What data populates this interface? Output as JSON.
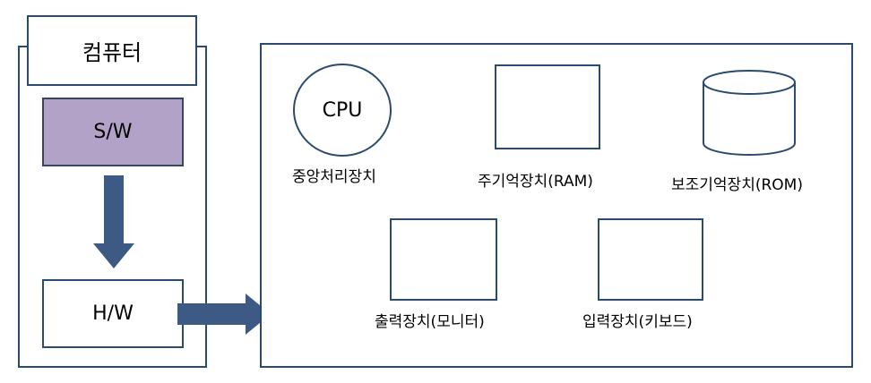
{
  "left_panel": {
    "title": "컴퓨터",
    "software": "S/W",
    "hardware": "H/W"
  },
  "colors": {
    "border": "#2a4a6e",
    "arrow": "#3d5a85",
    "software_fill": "#b3a2c8"
  },
  "components": {
    "cpu": {
      "text": "CPU",
      "label": "중앙처리장치"
    },
    "ram": {
      "label": "주기억장치(RAM)"
    },
    "rom": {
      "label": "보조기억장치(ROM)"
    },
    "monitor": {
      "label": "출력장치(모니터)"
    },
    "keyboard": {
      "label": "입력장치(키보드)"
    }
  }
}
